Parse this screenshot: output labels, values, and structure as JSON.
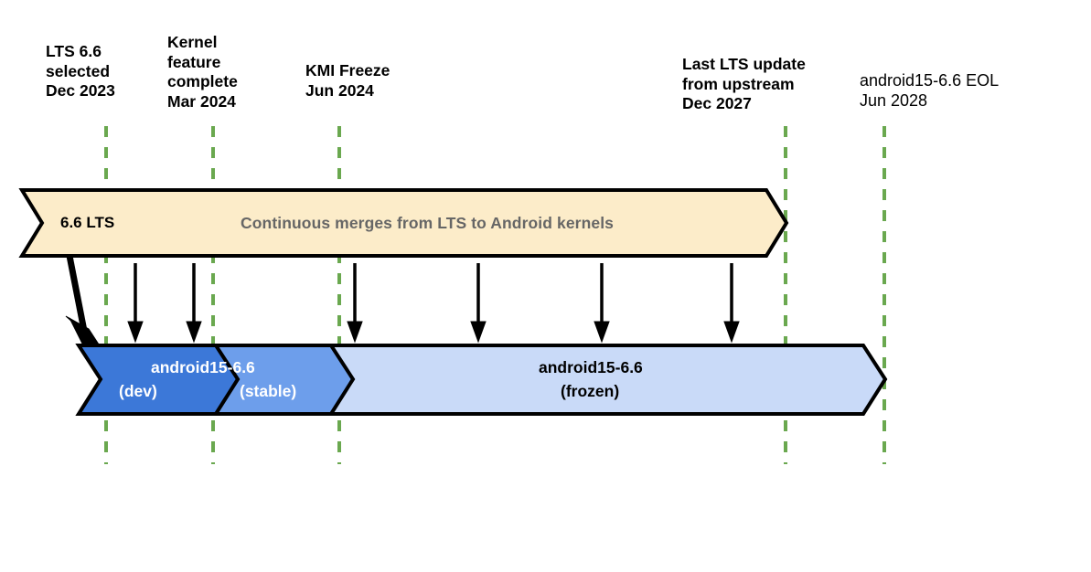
{
  "diagram": {
    "title": "Android kernel android15-6.6 lifecycle timeline",
    "colors": {
      "milestone_line": "#6aa84f",
      "lts_fill": "#fcecc9",
      "dev_fill": "#3c78d8",
      "stable_fill": "#6d9eeb",
      "frozen_fill": "#c9daf8",
      "outline": "#000000",
      "merge_text": "#666666"
    },
    "milestones": [
      {
        "id": "lts-selected",
        "label": "LTS 6.6\nselected\nDec 2023"
      },
      {
        "id": "kernel-feature-complete",
        "label": "Kernel\nfeature\ncomplete\nMar 2024"
      },
      {
        "id": "kmi-freeze",
        "label": "KMI Freeze\nJun 2024"
      },
      {
        "id": "last-lts-update",
        "label": "Last LTS update\nfrom upstream\nDec 2027"
      },
      {
        "id": "android15-eol",
        "label": "android15-6.6 EOL\nJun 2028"
      }
    ],
    "lts_bar": {
      "name": "6.6  LTS",
      "merge_note": "Continuous merges from LTS to Android kernels"
    },
    "android_bar": {
      "dev": {
        "title": "android15-6.6",
        "state": "(dev)"
      },
      "stable": {
        "state": "(stable)"
      },
      "frozen": {
        "title": "android15-6.6",
        "state": "(frozen)"
      }
    }
  }
}
